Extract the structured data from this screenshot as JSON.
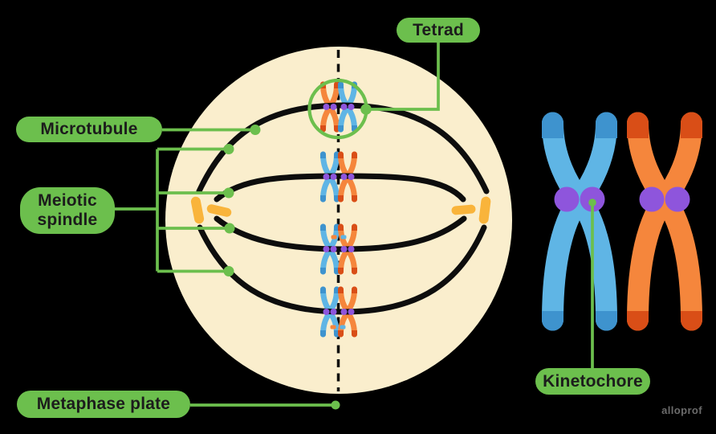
{
  "diagram": {
    "colors": {
      "background": "#000000",
      "cell-fill": "#FAEECD",
      "accent-green": "#6CBF4D",
      "spindle-black": "#0D0D0D",
      "chrom-blue": "#5FB5E5",
      "chrom-blue-dark": "#3E93CE",
      "chrom-orange": "#F5863C",
      "chrom-orange-dark": "#D94E17",
      "kinetochore-purple": "#8E55DC",
      "centriole-yellow": "#F9B43B",
      "label-text": "#1C1C1C",
      "watermark-gray": "#6B6B6B"
    }
  },
  "labels": {
    "tetrad": "Tetrad",
    "microtubule": "Microtubule",
    "meiotic_spindle": "Meiotic spindle",
    "metaphase_plate": "Metaphase plate",
    "kinetochore": "Kinetochore"
  },
  "watermark": "alloprof"
}
